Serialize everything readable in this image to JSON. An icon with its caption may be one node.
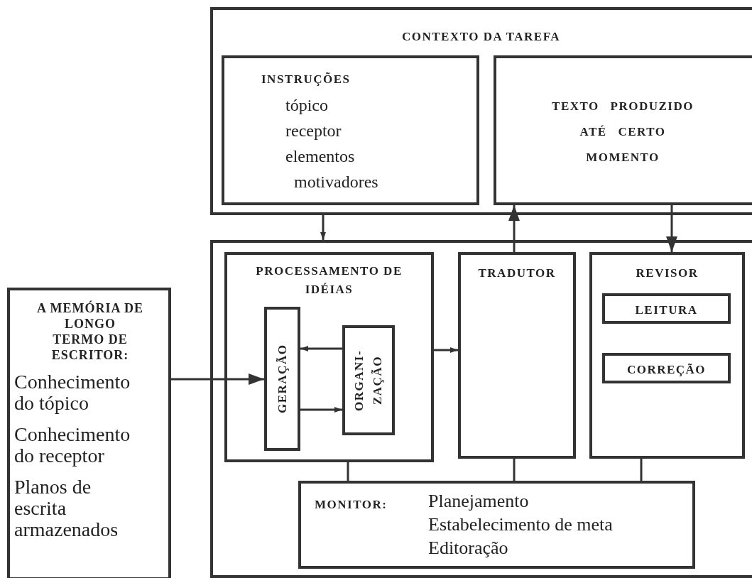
{
  "diagram": {
    "nodes": [
      {
        "text": [
          "CONTEXTO DA TAREFA"
        ]
      },
      {
        "text": [
          "INSTRUÇÕES",
          "tópico",
          "receptor",
          "elementos motivadores"
        ],
        "in": 0
      },
      {
        "text": [
          "TEXTO PRODUZIDO ATÉ CERTO MOMENTO"
        ],
        "in": 0
      },
      {
        "text": [],
        "shape": "box"
      },
      {
        "text": [
          "A MEMÓRIA DE LONGO TERMO DE ESCRITOR:",
          "Conhecimento do tópico",
          "Conhecimento do receptor",
          "Planos de escrita armazenados"
        ]
      },
      {
        "text": [
          "PROCESSAMENTO DE IDÉIAS"
        ],
        "in": 3
      },
      {
        "text": [
          "GERAÇÃO"
        ],
        "in": 5
      },
      {
        "text": [
          "ORGANI- ZAÇÃO"
        ],
        "in": 5
      },
      {
        "text": [
          "TRADUTOR"
        ],
        "in": 3
      },
      {
        "text": [
          "REVISOR"
        ],
        "in": 3
      },
      {
        "text": [
          "LEITURA"
        ],
        "in": 9
      },
      {
        "text": [
          "CORREÇÃO"
        ],
        "in": 9
      },
      {
        "text": [
          "MONITOR:",
          "Planejamento",
          "Estabelecimento de meta",
          "Editoração"
        ],
        "in": 3
      }
    ],
    "edges": [
      {
        "from": 0,
        "to": 3,
        "arrow": "to"
      },
      {
        "from": 8,
        "to": 2,
        "arrow": "to"
      },
      {
        "from": 2,
        "to": 9,
        "arrow": "to"
      },
      {
        "from": 4,
        "to": 6,
        "arrow": "to"
      },
      {
        "from": 7,
        "to": 6,
        "arrow": "to"
      },
      {
        "from": 6,
        "to": 7,
        "arrow": "to"
      },
      {
        "from": 5,
        "to": 8,
        "arrow": "to"
      },
      {
        "from": 5,
        "to": 12,
        "arrow": "none"
      },
      {
        "from": 8,
        "to": 12,
        "arrow": "none"
      },
      {
        "from": 9,
        "to": 12,
        "arrow": "none"
      }
    ]
  }
}
